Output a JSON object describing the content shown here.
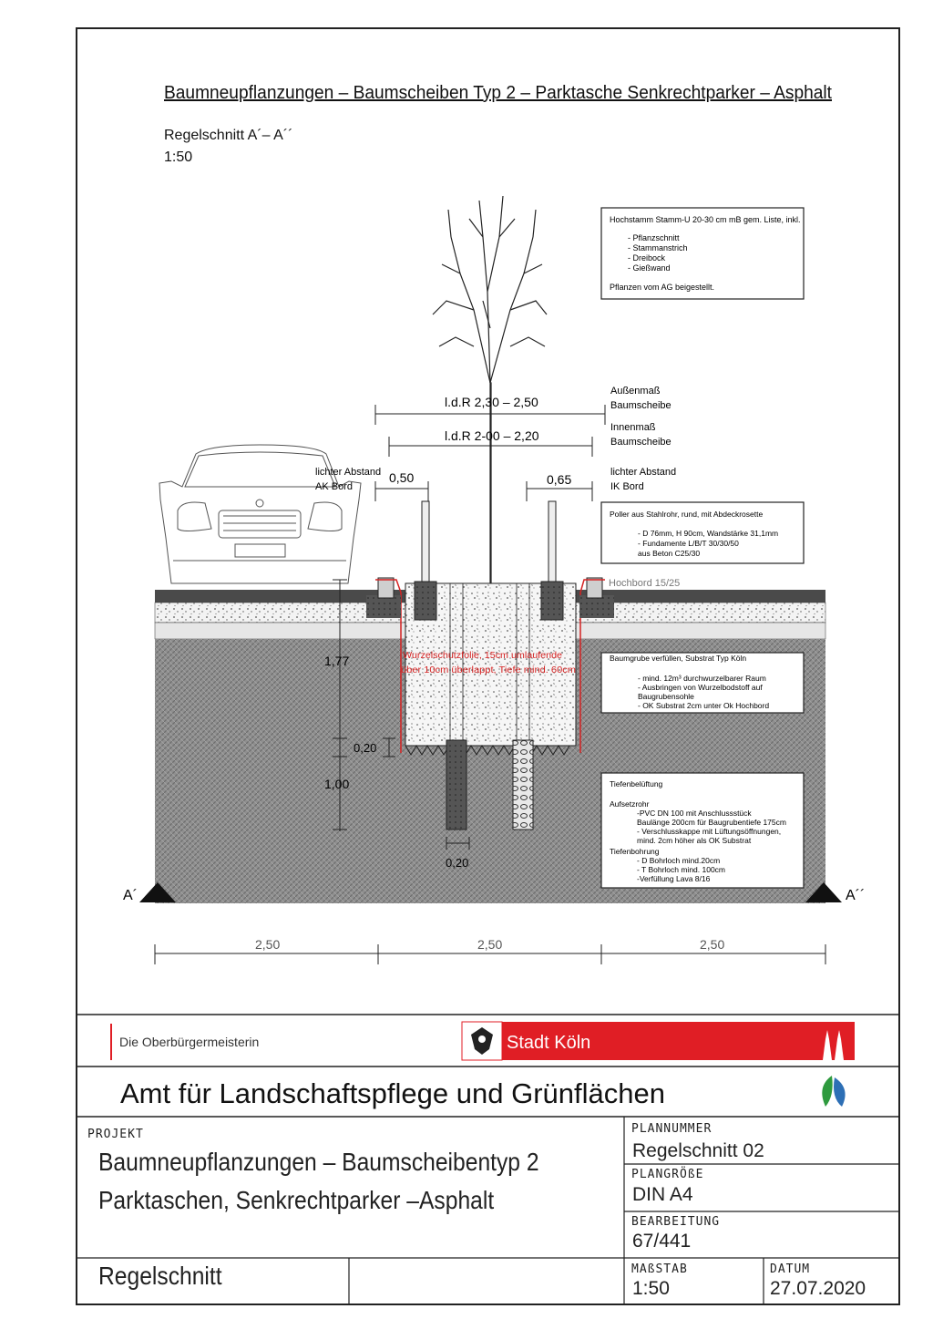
{
  "drawing": {
    "title": "Baumneupflanzungen – Baumscheiben Typ 2 – Parktasche Senkrechtparker – Asphalt",
    "section_label": "Regelschnitt A´– A´´",
    "scale": "1:50",
    "tree_box": {
      "heading": "Hochstamm Stamm-U 20-30 cm mB gem. Liste, inkl.",
      "items": [
        "- Pflanzschnitt",
        "- Stammanstrich",
        "- Dreibock",
        "- Gießwand"
      ],
      "footer": "Pflanzen vom AG beigestellt."
    },
    "dims": {
      "outer": "l.d.R 2,30 – 2,50",
      "inner": "l.d.R 2-00 – 2,20",
      "left_clear": "0,50",
      "right_clear": "0,65",
      "depth_total": "1,77",
      "depth_mid": "0,20",
      "depth_bottom": "1,00",
      "bore": "0,20",
      "bottom": [
        "2,50",
        "2,50",
        "2,50"
      ]
    },
    "labels": {
      "outer": [
        "Außenmaß",
        "Baumscheibe"
      ],
      "inner": [
        "Innenmaß",
        "Baumscheibe"
      ],
      "left_clear": [
        "lichter Abstand",
        "AK Bord"
      ],
      "right_clear": [
        "lichter Abstand",
        "IK Bord"
      ],
      "curb": "Hochbord 15/25",
      "section_a": "A´",
      "section_b": "A´´",
      "root_note": [
        "Wurzelschutzfolie, 15cm umlaufende",
        "über 10cm überlappt, Tiefe mind. 60cm"
      ]
    },
    "bollard_box": {
      "heading": "Poller aus Stahlrohr, rund, mit Abdeckrosette",
      "items": [
        "- D 76mm, H 90cm, Wandstärke 31,1mm",
        "- Fundamente L/B/T 30/30/50",
        "  aus Beton C25/30"
      ]
    },
    "pit_box": {
      "heading": "Baumgrube verfüllen, Substrat Typ Köln",
      "items": [
        "- mind. 12m³ durchwurzelbarer Raum",
        "- Ausbringen von Wurzelbodstoff auf",
        "  Baugrubensohle",
        "- OK Substrat 2cm unter Ok Hochbord"
      ]
    },
    "vent_box": {
      "heading": "Tiefenbelüftung",
      "lines": [
        "Aufsetzrohr",
        "-PVC DN 100 mit Anschlussstück",
        " Baulänge 200cm für Baugrubentiefe 175cm",
        " - Verschlusskappe mit Lüftungsöffnungen,",
        "   mind. 2cm höher als OK Substrat",
        "Tiefenbohrung",
        " - D Bohrloch mind.20cm",
        " - T Bohrloch mind. 100cm",
        " -Verfüllung Lava 8/16"
      ]
    }
  },
  "header": {
    "office": "Die Oberbürgermeisterin",
    "city": "Stadt Köln",
    "department": "Amt für Landschaftspflege und Grünflächen"
  },
  "titleblock": {
    "projekt_label": "PROJEKT",
    "projekt_line1": "Baumneupflanzungen – Baumscheibentyp 2",
    "projekt_line2": "Parktaschen, Senkrechtparker –Asphalt",
    "plannummer_label": "PLANNUMMER",
    "plannummer": "Regelschnitt 02",
    "plangroesse_label": "PLANGRÖßE",
    "plangroesse": "DIN A4",
    "bearbeitung_label": "BEARBEITUNG",
    "bearbeitung": "67/441",
    "typ": "Regelschnitt",
    "massstab_label": "MAßSTAB",
    "massstab": "1:50",
    "datum_label": "DATUM",
    "datum": "27.07.2020"
  },
  "colors": {
    "brand_red": "#e01e25",
    "line": "#222222",
    "root_barrier": "#d42222",
    "ground": "#8c8c8c",
    "leaf_green": "#2e9a3e",
    "leaf_blue": "#2d6fb5"
  }
}
